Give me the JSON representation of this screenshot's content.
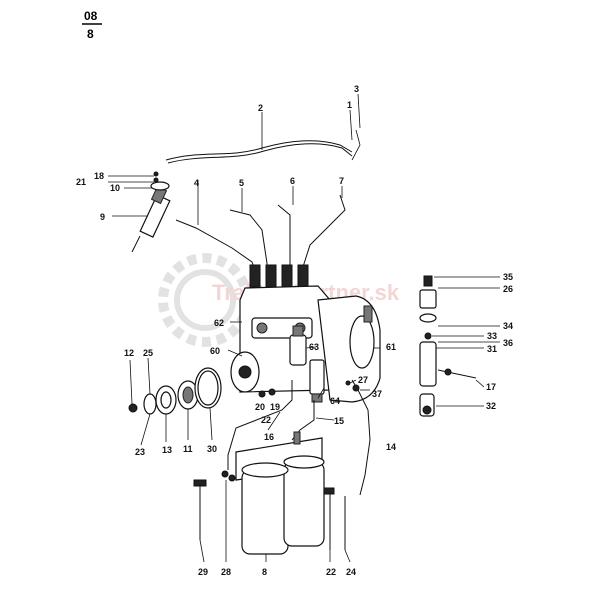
{
  "header": {
    "code_top": "08",
    "code_bottom": "8"
  },
  "watermark": {
    "text": "Traktor Partner.sk",
    "color": "#e8b4b4"
  },
  "callouts": [
    "1",
    "2",
    "3",
    "4",
    "5",
    "6",
    "7",
    "8",
    "9",
    "10",
    "11",
    "12",
    "13",
    "14",
    "15",
    "16",
    "17",
    "18",
    "19",
    "20",
    "21",
    "22",
    "23",
    "24",
    "25",
    "26",
    "27",
    "28",
    "29",
    "30",
    "31",
    "32",
    "33",
    "34",
    "35",
    "36",
    "37",
    "60",
    "61",
    "62",
    "63",
    "64"
  ]
}
